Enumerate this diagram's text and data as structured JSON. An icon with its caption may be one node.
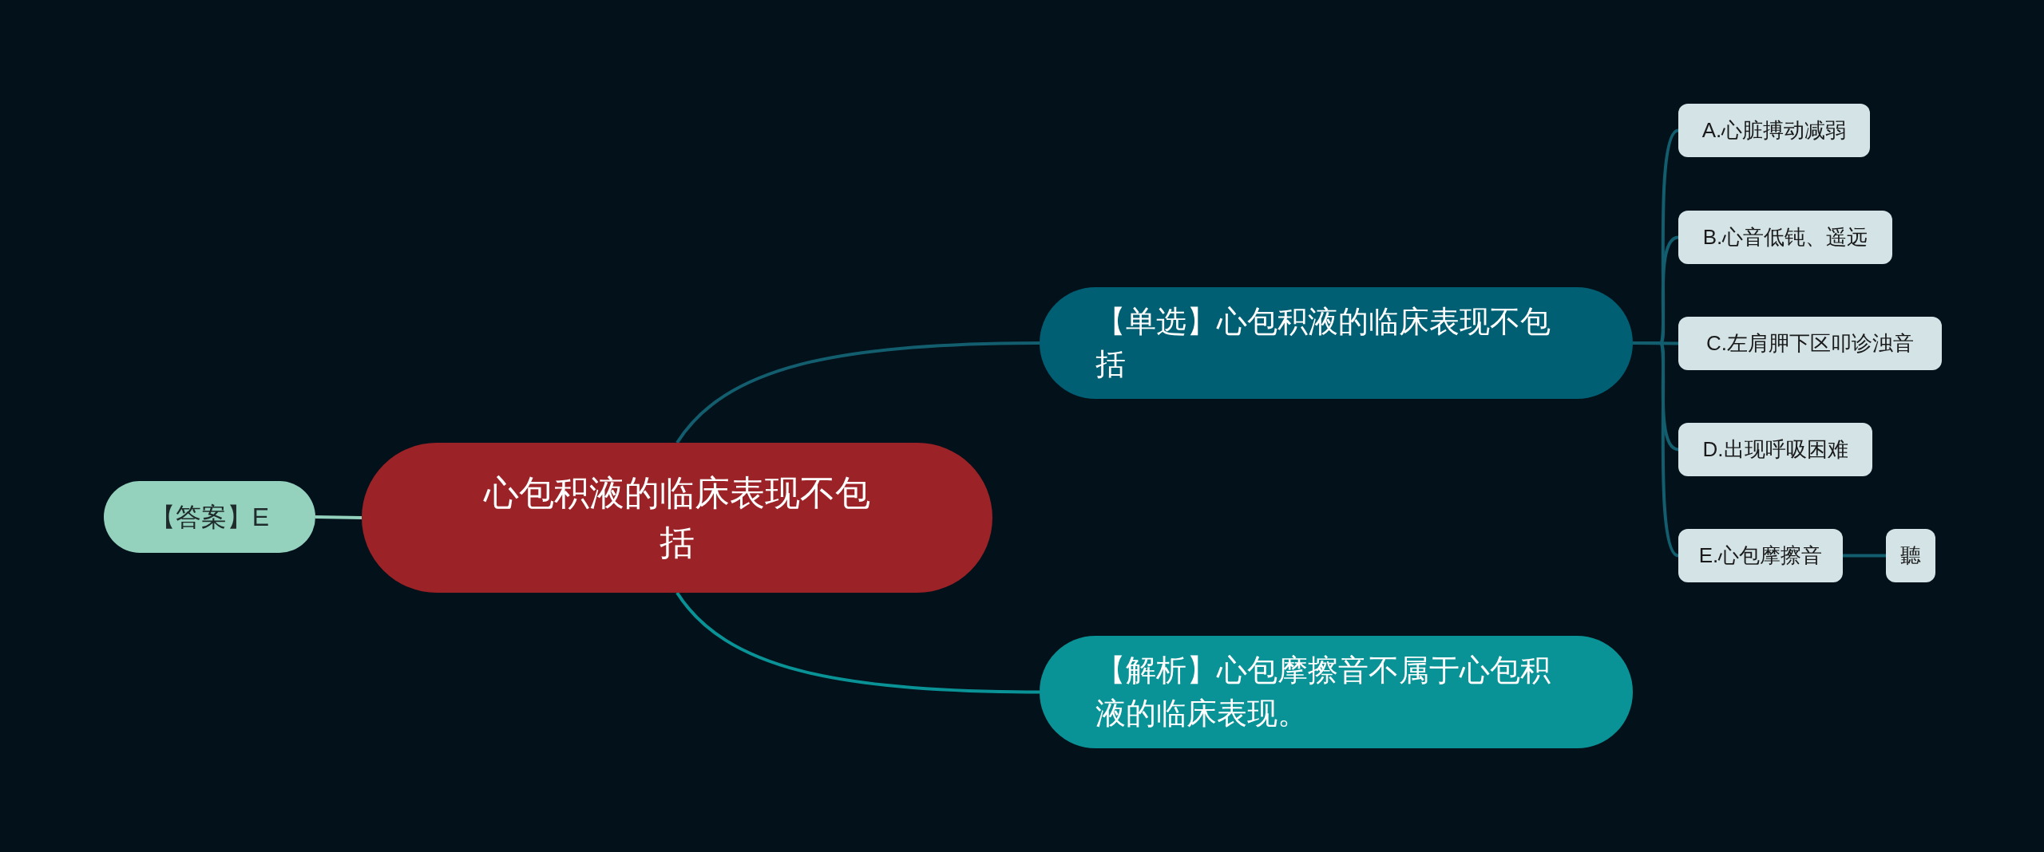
{
  "diagram": {
    "nodes": [
      {
        "text": [
          "心包积液的临床表现不包括"
        ]
      },
      {
        "text": [
          "【答案】E"
        ]
      },
      {
        "text": [
          "【单选】心包积液的临床表现不包括"
        ]
      },
      {
        "text": [
          "A.心脏搏动减弱"
        ]
      },
      {
        "text": [
          "B.心音低钝、遥远"
        ]
      },
      {
        "text": [
          "C.左肩胛下区叩诊浊音"
        ]
      },
      {
        "text": [
          "D.出现呼吸困难"
        ]
      },
      {
        "text": [
          "E.心包摩擦音"
        ]
      },
      {
        "text": [
          "聽"
        ]
      },
      {
        "text": [
          "【解析】心包摩擦音不属于心包积液的临床表现。"
        ]
      }
    ],
    "edges": [
      {
        "from": 0,
        "to": 1,
        "arrow": "none",
        "color": "#94d2bd"
      },
      {
        "from": 0,
        "to": 2,
        "arrow": "none"
      },
      {
        "from": 2,
        "to": 3,
        "arrow": "none"
      },
      {
        "from": 2,
        "to": 4,
        "arrow": "none"
      },
      {
        "from": 2,
        "to": 5,
        "arrow": "none"
      },
      {
        "from": 2,
        "to": 6,
        "arrow": "none"
      },
      {
        "from": 2,
        "to": 7,
        "arrow": "none"
      },
      {
        "from": 7,
        "to": 8,
        "arrow": "none"
      },
      {
        "from": 0,
        "to": 9,
        "arrow": "none",
        "color": "#0a9396"
      }
    ]
  }
}
